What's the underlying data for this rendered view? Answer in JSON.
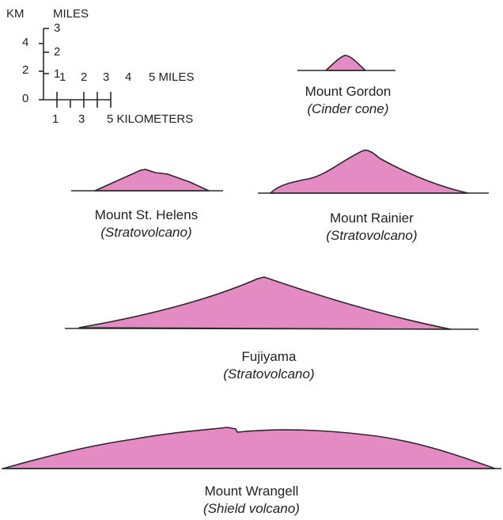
{
  "scale": {
    "km_header": "KM",
    "miles_header": "MILES",
    "km_ticks": [
      "4",
      "2",
      "0"
    ],
    "mile_ticks": [
      "3",
      "2",
      "1"
    ],
    "horizontal_miles": [
      "1",
      "2",
      "3",
      "4",
      "5 MILES"
    ],
    "horizontal_km": [
      "1",
      "3",
      "5 KILOMETERS"
    ]
  },
  "volcanoes": [
    {
      "name": "Mount Gordon",
      "type": "(Cinder cone)"
    },
    {
      "name": "Mount St. Helens",
      "type": "(Stratovolcano)"
    },
    {
      "name": "Mount Rainier",
      "type": "(Stratovolcano)"
    },
    {
      "name": "Fujiyama",
      "type": "(Stratovolcano)"
    },
    {
      "name": "Mount Wrangell",
      "type": "(Shield volcano)"
    }
  ],
  "colors": {
    "volcano_fill": "#E58BC4",
    "outline": "#2a2a2a"
  }
}
